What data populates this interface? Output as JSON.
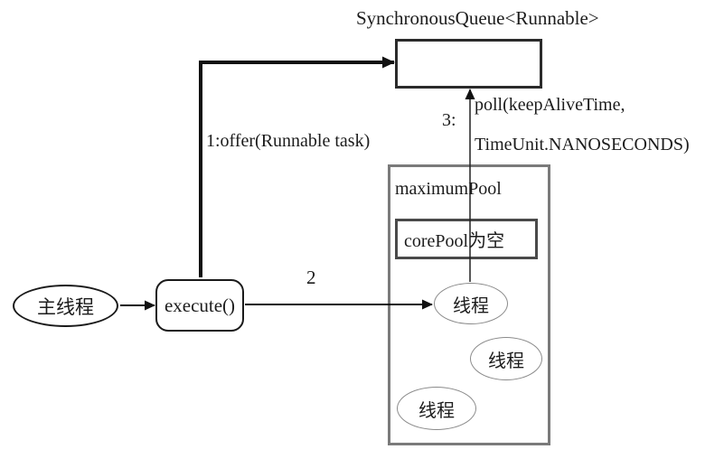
{
  "diagram": {
    "title": "SynchronousQueue<Runnable>",
    "nodes": {
      "main_thread": {
        "label": "主线程"
      },
      "execute": {
        "label": "execute()"
      },
      "maximum_pool": {
        "label": "maximumPool"
      },
      "core_pool": {
        "label": "corePool为空"
      },
      "thread1": {
        "label": "线程"
      },
      "thread2": {
        "label": "线程"
      },
      "thread3": {
        "label": "线程"
      }
    },
    "edges": {
      "offer": {
        "label": "1:offer(Runnable task)"
      },
      "step2": {
        "label": "2"
      },
      "poll": {
        "step": "3:",
        "line1": "poll(keepAliveTime,",
        "line2": "TimeUnit.NANOSECONDS)"
      }
    },
    "colors": {
      "line": "#111111",
      "text": "#1c1c1c",
      "pool_border": "#7a7a7a",
      "core_pool_border": "#4a4a4a",
      "thread_border": "#8a8a8a",
      "background": "#ffffff"
    }
  }
}
